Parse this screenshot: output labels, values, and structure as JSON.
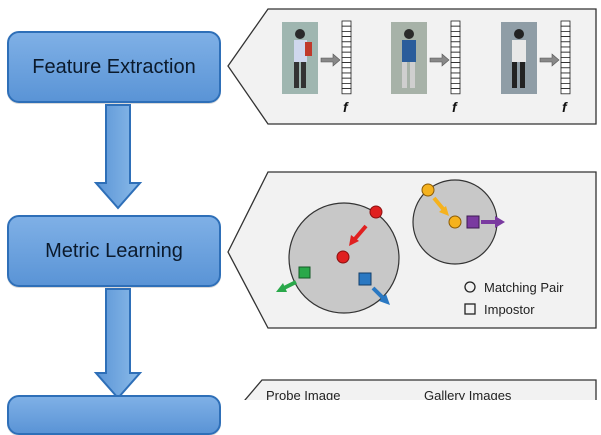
{
  "steps": [
    {
      "label": "Feature Extraction"
    },
    {
      "label": "Metric Learning"
    },
    {
      "label": ""
    }
  ],
  "feature_extraction": {
    "feature_symbol": "f"
  },
  "metric_learning": {
    "legend": {
      "matching_pair": "Matching Pair",
      "impostor": "Impostor"
    },
    "colors": {
      "red": "#e02020",
      "orange": "#f5b21e",
      "purple": "#7a3aa0",
      "green": "#2aa84a",
      "blue": "#2a78c2",
      "circle_fill": "#c8c8c8"
    }
  },
  "matching_panel": {
    "probe_label": "Probe Image",
    "gallery_label": "Gallery Images"
  },
  "colors": {
    "box_fill": "#6aa1de",
    "box_border": "#2e6fb8",
    "panel_fill": "#f2f2f2"
  }
}
